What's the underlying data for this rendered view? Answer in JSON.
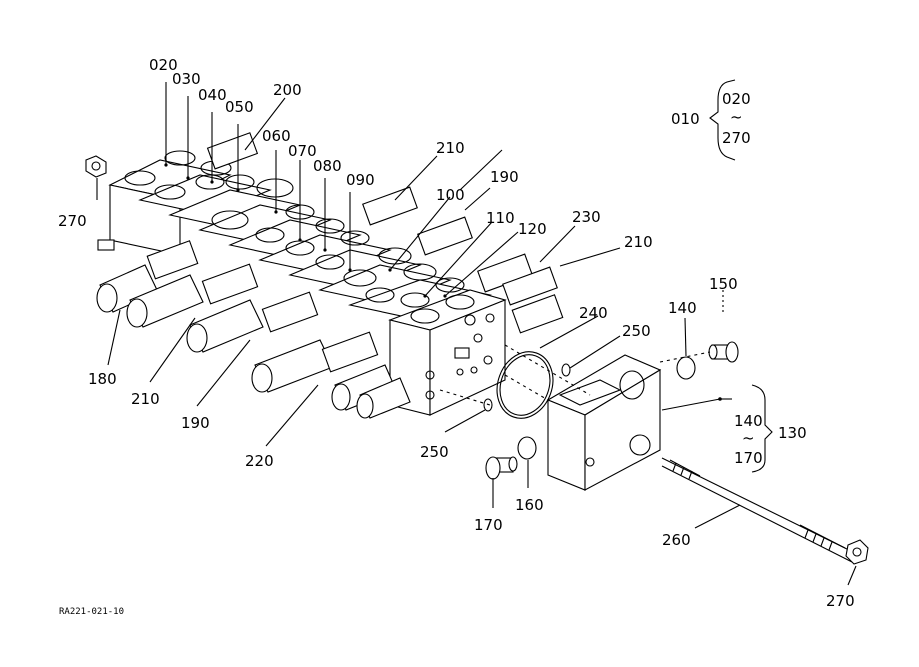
{
  "diagram": {
    "drawing_code": "RA221-021-10",
    "range_label": {
      "start": "010",
      "from": "020",
      "tilde": "~",
      "to": "270"
    },
    "sub_range": {
      "from": "140",
      "tilde": "~",
      "to": "170",
      "assembly": "130"
    },
    "callouts": {
      "c020": "020",
      "c030": "030",
      "c040": "040",
      "c050": "050",
      "c200": "200",
      "c060": "060",
      "c070": "070",
      "c080": "080",
      "c090": "090",
      "c210_top": "210",
      "c190_top": "190",
      "c100": "100",
      "c110": "110",
      "c120": "120",
      "c230": "230",
      "c210_right": "210",
      "c150": "150",
      "c140": "140",
      "c240": "240",
      "c250_top": "250",
      "c270_left": "270",
      "c180": "180",
      "c210_bottom": "210",
      "c190_bottom": "190",
      "c220": "220",
      "c250_bottom": "250",
      "c160": "160",
      "c170": "170",
      "c260": "260",
      "c270_bottom": "270"
    }
  }
}
